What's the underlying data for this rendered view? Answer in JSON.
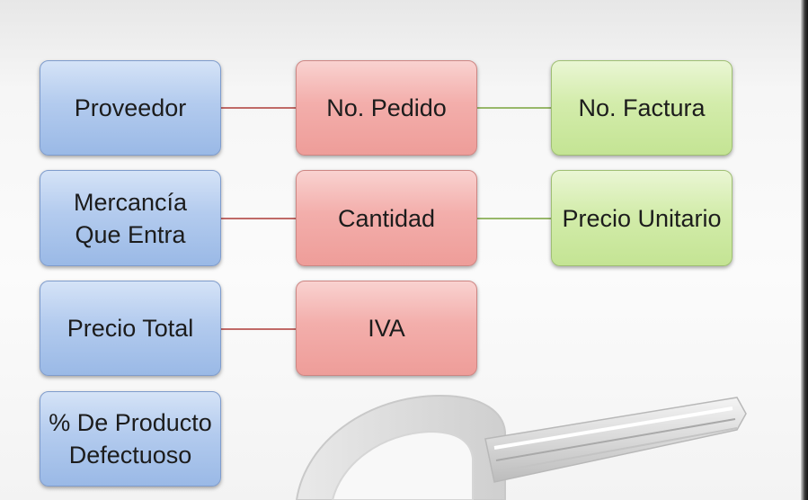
{
  "rows": [
    {
      "blue": "Proveedor",
      "red": "No. Pedido",
      "green": "No. Factura"
    },
    {
      "blue": "Mercancía\nQue Entra",
      "red": "Cantidad",
      "green": "Precio Unitario"
    },
    {
      "blue": "Precio Total",
      "red": "IVA"
    },
    {
      "blue": "% De Producto\nDefectuoso"
    }
  ],
  "colors": {
    "blue": "#b3cbee",
    "red": "#f3aeab",
    "green": "#d3ecab"
  },
  "decoration": "key-image"
}
